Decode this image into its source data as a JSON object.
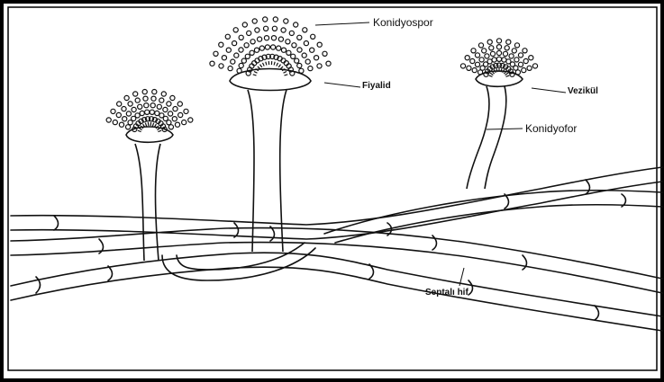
{
  "labels": {
    "konidyospor": "Konidyospor",
    "fiyalid": "Fiyalid",
    "vezikul": "Vezikül",
    "konidyofor": "Konidyofor",
    "septali_hif": "Septalı hif"
  },
  "colors": {
    "ink": "#111111",
    "frame": "#000000",
    "background": "#ffffff"
  }
}
